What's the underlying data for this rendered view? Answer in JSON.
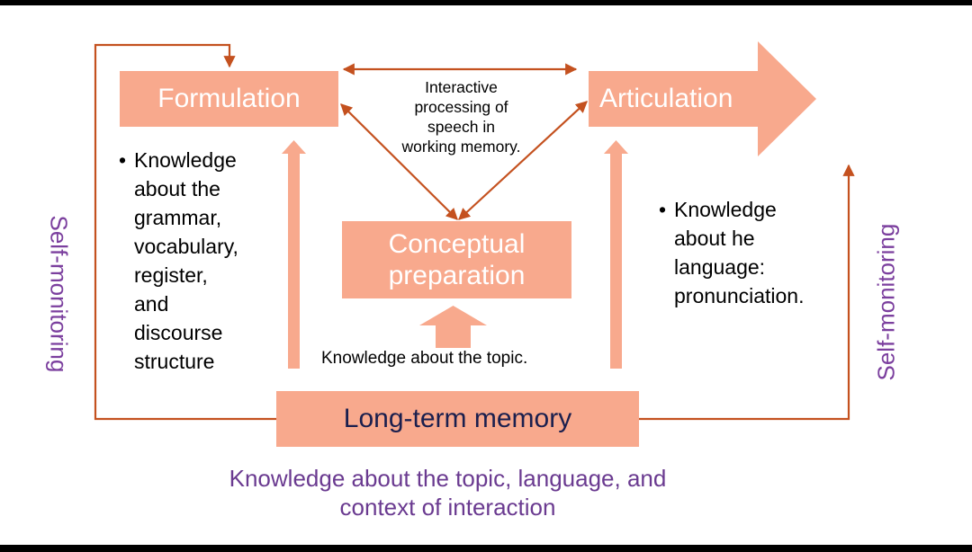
{
  "diagram": {
    "boxes": {
      "formulation": "Formulation",
      "articulation": "Articulation",
      "conceptual_preparation": [
        "Conceptual",
        "preparation"
      ],
      "long_term_memory": "Long-term memory"
    },
    "interactive_processing": [
      "Interactive",
      "processing of",
      "speech in",
      "working memory."
    ],
    "formulation_knowledge": {
      "bullet": "•",
      "lines": [
        "Knowledge",
        "about the",
        "grammar,",
        "vocabulary,",
        "register,",
        "and",
        "discourse",
        "structure"
      ]
    },
    "articulation_knowledge": {
      "bullet": "•",
      "lines": [
        "Knowledge",
        "about he",
        "language:",
        "pronunciation."
      ]
    },
    "topic_knowledge": "Knowledge about the topic.",
    "bottom_caption": [
      "Knowledge about the topic, language, and",
      "context of interaction"
    ],
    "self_monitoring_left": "Self-monitoring",
    "self_monitoring_right": "Self-monitoring"
  },
  "colors": {
    "box_fill": "#f8a98d",
    "connector": "#c4511f",
    "box_text": "#ffffff",
    "memory_text": "#1a1f4e",
    "purple_text": "#6a3a90"
  }
}
